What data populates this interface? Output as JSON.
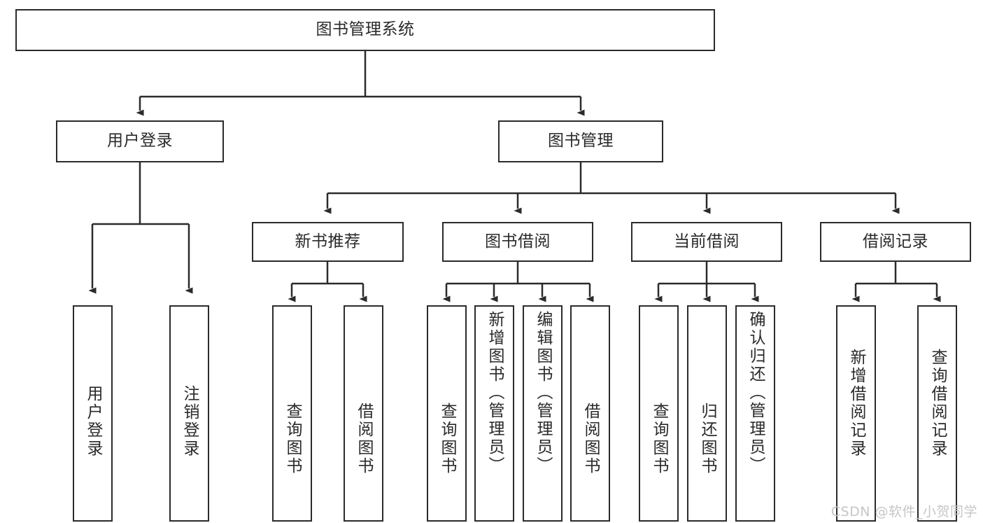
{
  "diagram": {
    "type": "hierarchy-tree",
    "title": "图书管理系统",
    "watermark": "CSDN @软件_小贺同学",
    "colors": {
      "stroke": "#2b2b2b",
      "fill": "#ffffff",
      "text": "#2a2a2a",
      "watermark": "#c6c6c6"
    },
    "nodes": {
      "root": {
        "label": "图书管理系统",
        "level": 0
      },
      "level1": [
        {
          "id": "user-login",
          "label": "用户登录"
        },
        {
          "id": "book-manage",
          "label": "图书管理"
        }
      ],
      "level2": [
        {
          "id": "new-book-rec",
          "label": "新书推荐",
          "parent": "book-manage"
        },
        {
          "id": "book-borrow",
          "label": "图书借阅",
          "parent": "book-manage"
        },
        {
          "id": "current-borrow",
          "label": "当前借阅",
          "parent": "book-manage"
        },
        {
          "id": "borrow-record",
          "label": "借阅记录",
          "parent": "book-manage"
        }
      ],
      "leaves": [
        {
          "id": "leaf-user-login",
          "label": "用户登录",
          "parent": "user-login"
        },
        {
          "id": "leaf-user-logout",
          "label": "注销登录",
          "parent": "user-login"
        },
        {
          "id": "leaf-query-book-1",
          "label": "查询图书",
          "parent": "new-book-rec"
        },
        {
          "id": "leaf-borrow-book-1",
          "label": "借阅图书",
          "parent": "new-book-rec"
        },
        {
          "id": "leaf-query-book-2",
          "label": "查询图书",
          "parent": "book-borrow"
        },
        {
          "id": "leaf-add-book",
          "label": "新增图书（管理员）",
          "parent": "book-borrow"
        },
        {
          "id": "leaf-edit-book",
          "label": "编辑图书（管理员）",
          "parent": "book-borrow"
        },
        {
          "id": "leaf-borrow-book-2",
          "label": "借阅图书",
          "parent": "book-borrow"
        },
        {
          "id": "leaf-query-book-3",
          "label": "查询图书",
          "parent": "current-borrow"
        },
        {
          "id": "leaf-return-book",
          "label": "归还图书",
          "parent": "current-borrow"
        },
        {
          "id": "leaf-confirm-return",
          "label": "确认归还（管理员）",
          "parent": "current-borrow"
        },
        {
          "id": "leaf-add-record",
          "label": "新增借阅记录",
          "parent": "borrow-record"
        },
        {
          "id": "leaf-query-record",
          "label": "查询借阅记录",
          "parent": "borrow-record"
        }
      ]
    }
  }
}
